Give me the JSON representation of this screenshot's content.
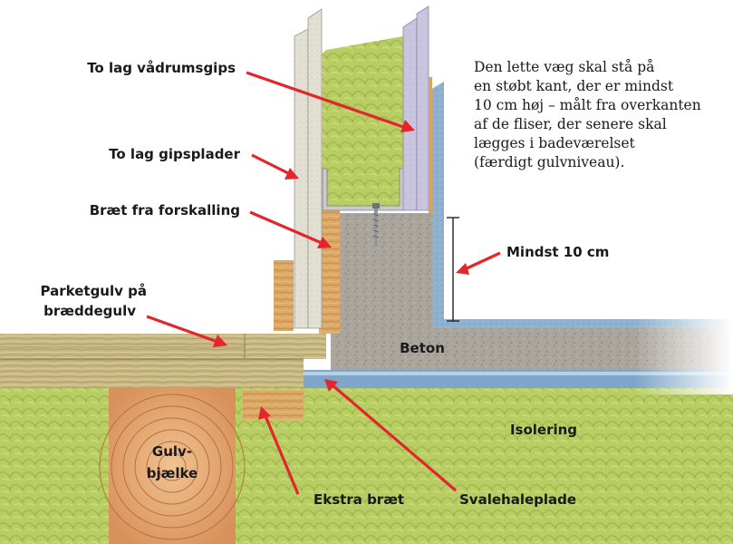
{
  "labels": {
    "vaadrumsgips": "To lag vådrumsgips",
    "gipsplader": "To lag gipsplader",
    "braet_forskalling": "Bræt fra forskalling",
    "parketgulv_line1": "Parketgulv på",
    "parketgulv_line2": "bræddegulv",
    "mindst": "Mindst 10 cm",
    "beton": "Beton",
    "isolering": "Isolering",
    "gulv_line1": "Gulv-",
    "gulv_line2": "bjælke",
    "ekstra": "Ekstra bræt",
    "svalehale": "Svalehaleplade"
  },
  "description": [
    "Den lette væg skal stå på",
    "en støbt kant, der er mindst",
    "10 cm høj – målt fra overkanten",
    "af de fliser, der senere skal",
    "lægges i badeværelset",
    "(færdigt gulvniveau)."
  ],
  "colors": {
    "arrow": "#e3262b",
    "insulation": "#b9cf66",
    "concrete": "#a9a49b",
    "wood": "#d9a45c",
    "gypsum": "#e4e1d6",
    "wet_gypsum": "#c9c4de",
    "tile_blue": "#8fb2cf",
    "floor_wood": "#c4b47f"
  }
}
